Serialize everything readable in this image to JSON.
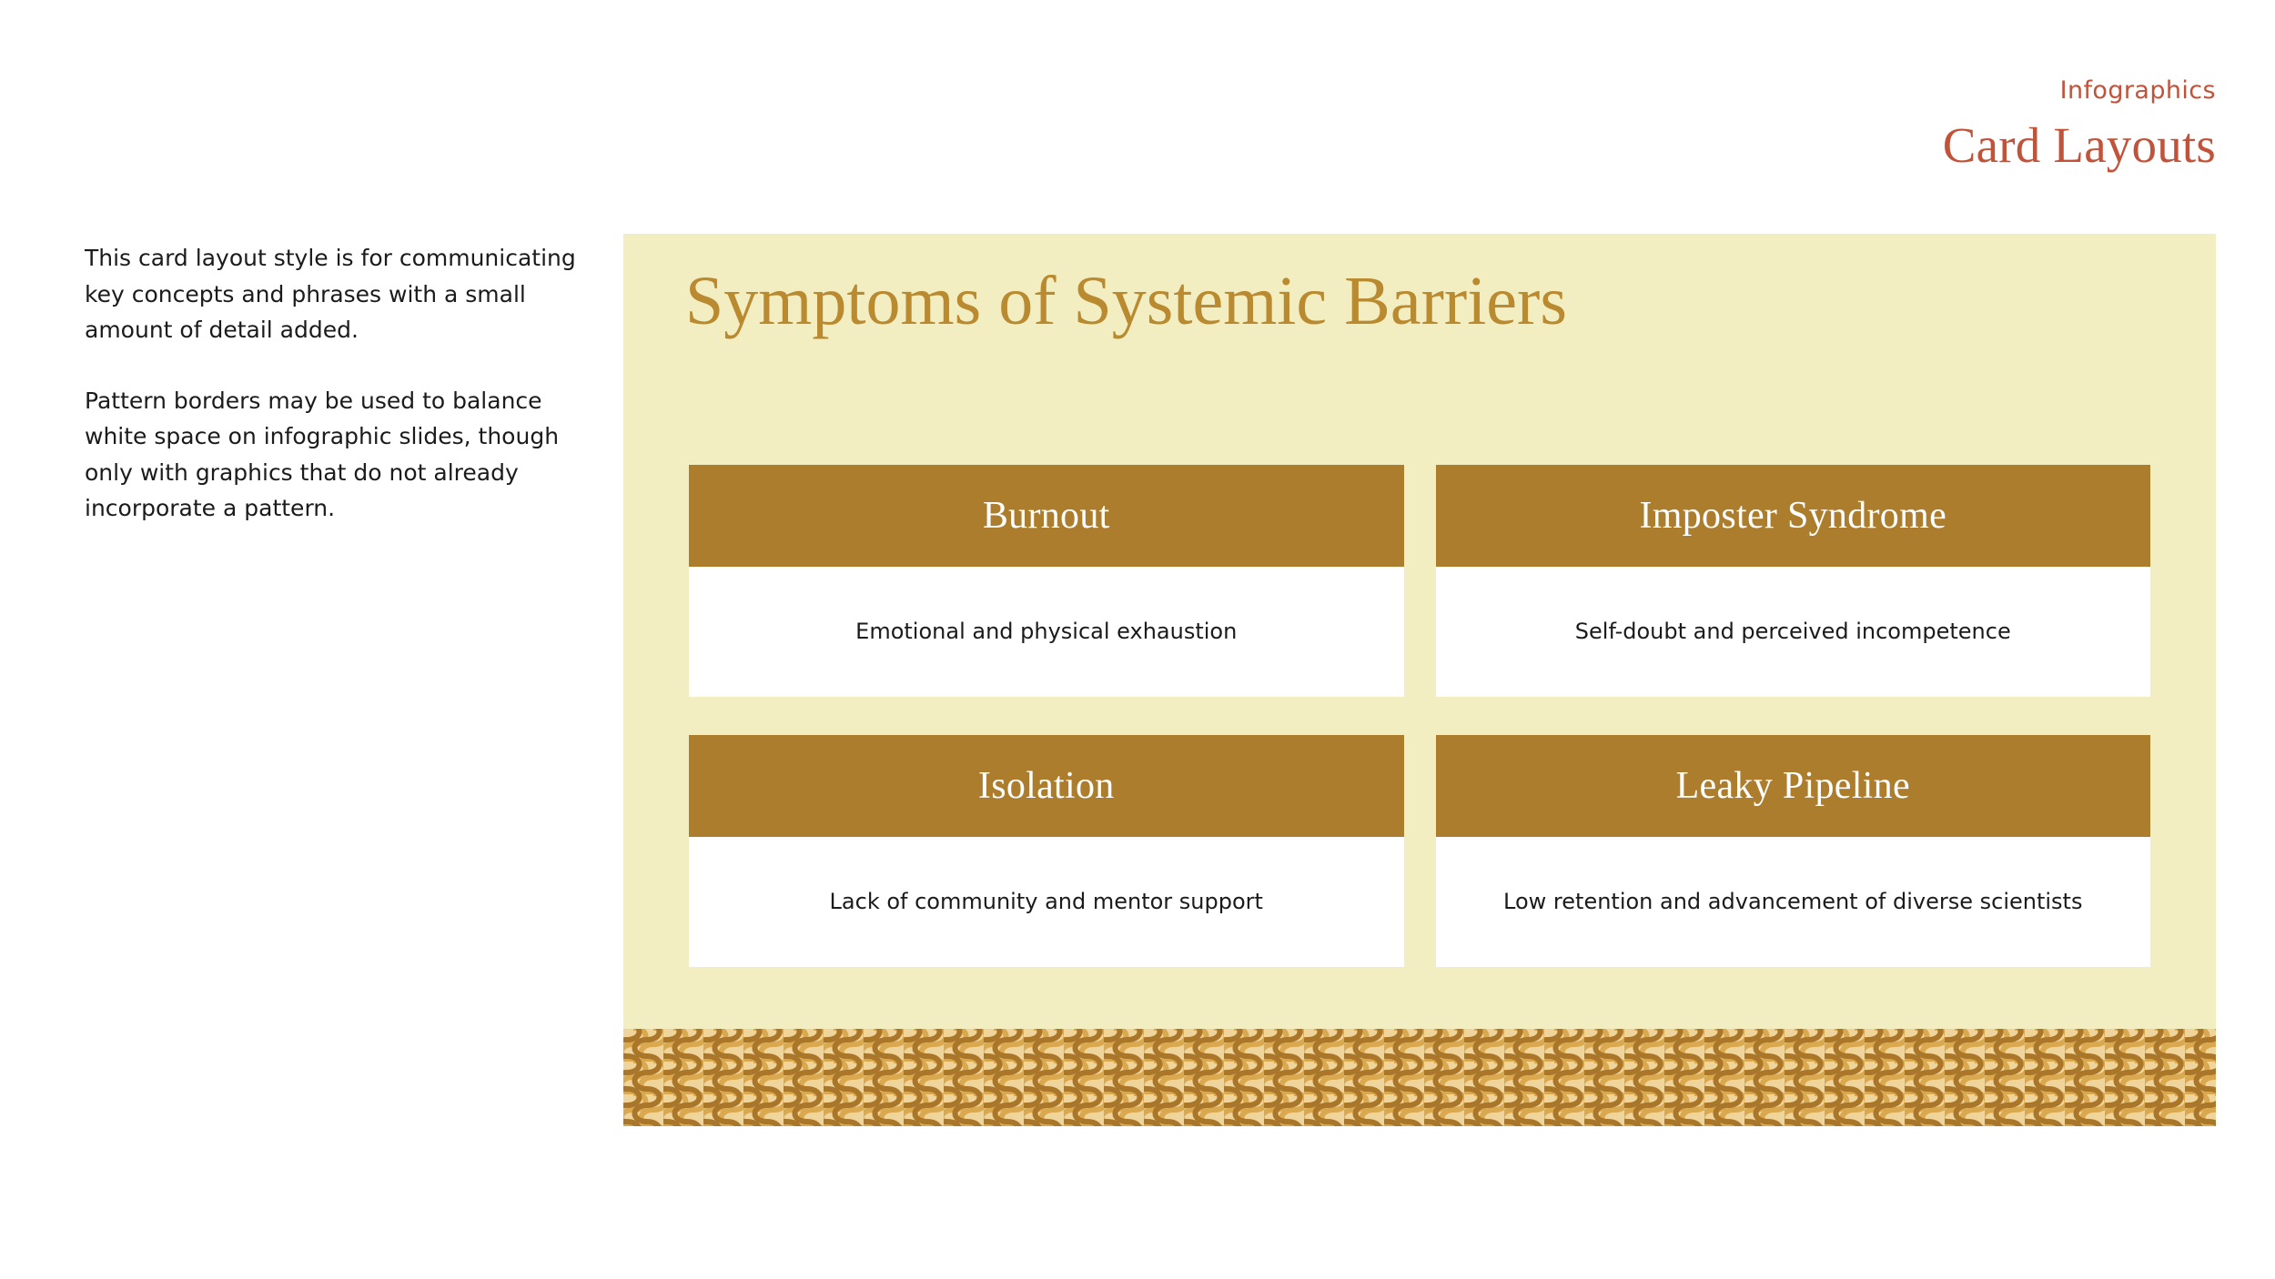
{
  "header": {
    "eyebrow": "Infographics",
    "title": "Card Layouts"
  },
  "notes": {
    "paragraphs": [
      "This card layout style is for communicating key concepts and phrases with a small amount of detail added.",
      "Pattern borders may be used to balance white space on infographic slides, though only with graphics that do not already incorporate a pattern."
    ]
  },
  "panel": {
    "heading": "Symptoms of Systemic Barriers",
    "cards": [
      {
        "title": "Burnout",
        "description": "Emotional and physical exhaustion"
      },
      {
        "title": "Imposter Syndrome",
        "description": "Self-doubt and perceived incompetence"
      },
      {
        "title": "Isolation",
        "description": "Lack of community and mentor support"
      },
      {
        "title": "Leaky Pipeline",
        "description": "Low retention and advancement of diverse scientists"
      }
    ]
  },
  "pattern_border": {
    "motif": "vertical-coil-chain",
    "background_color": "#efd59b",
    "stroke_dark_color": "#a9762a",
    "stroke_light_color": "#d9a84f"
  },
  "colors": {
    "accent_terracotta": "#c0533a",
    "panel_beige": "#f2eec2",
    "card_header_gold": "#ad7d2e",
    "heading_gold": "#b98a30",
    "card_body_white": "#ffffff",
    "text_dark": "#1b1b1b",
    "page_background": "#ffffff"
  }
}
